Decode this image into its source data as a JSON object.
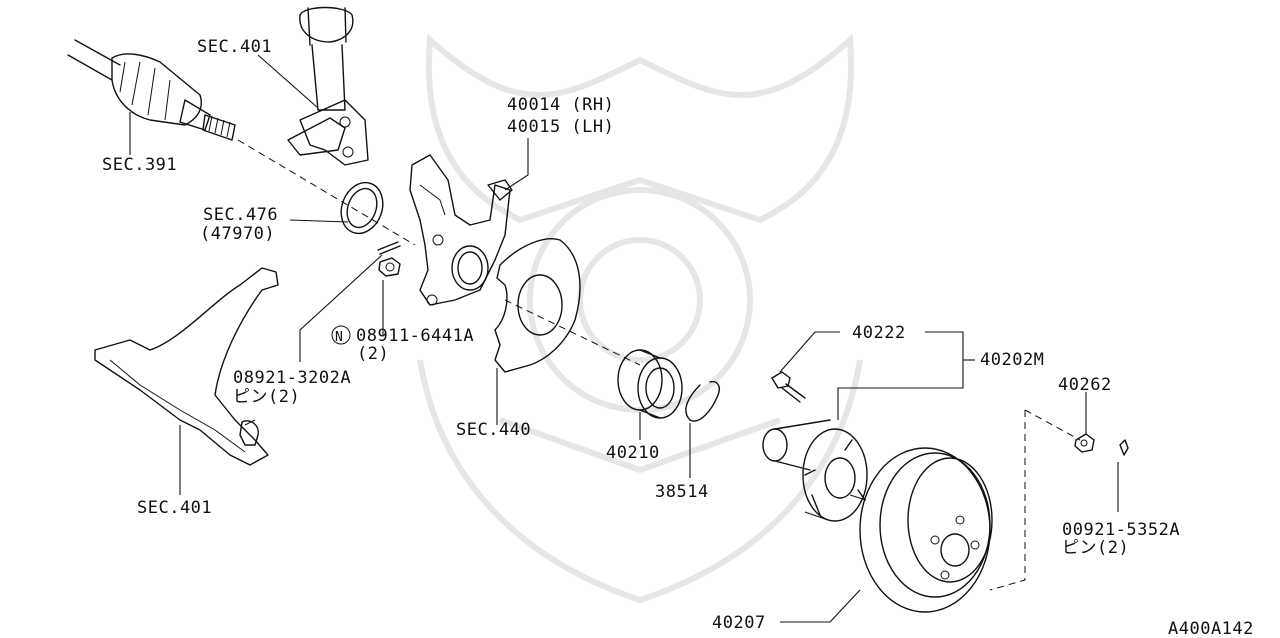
{
  "labels": {
    "sec401_top": "SEC.401",
    "sec391": "SEC.391",
    "sec476": "SEC.476",
    "sec476_sub": "(47970)",
    "part_40014": "40014 (RH)",
    "part_40015": "40015 (LH)",
    "nut_circle": "N",
    "part_08911": "08911-6441A",
    "part_08911_qty": "(2)",
    "part_08921": "08921-3202A",
    "part_08921_sub": "ピン(2)",
    "sec440": "SEC.440",
    "sec401_bottom": "SEC.401",
    "part_40210": "40210",
    "part_38514": "38514",
    "part_40222": "40222",
    "part_40202M": "40202M",
    "part_40262": "40262",
    "part_00921": "00921-5352A",
    "part_00921_sub": "ピン(2)",
    "part_40207": "40207",
    "diagram_code": "A400A142"
  },
  "colors": {
    "line": "#111111",
    "watermark": "#e6e6e6",
    "background": "#ffffff"
  }
}
